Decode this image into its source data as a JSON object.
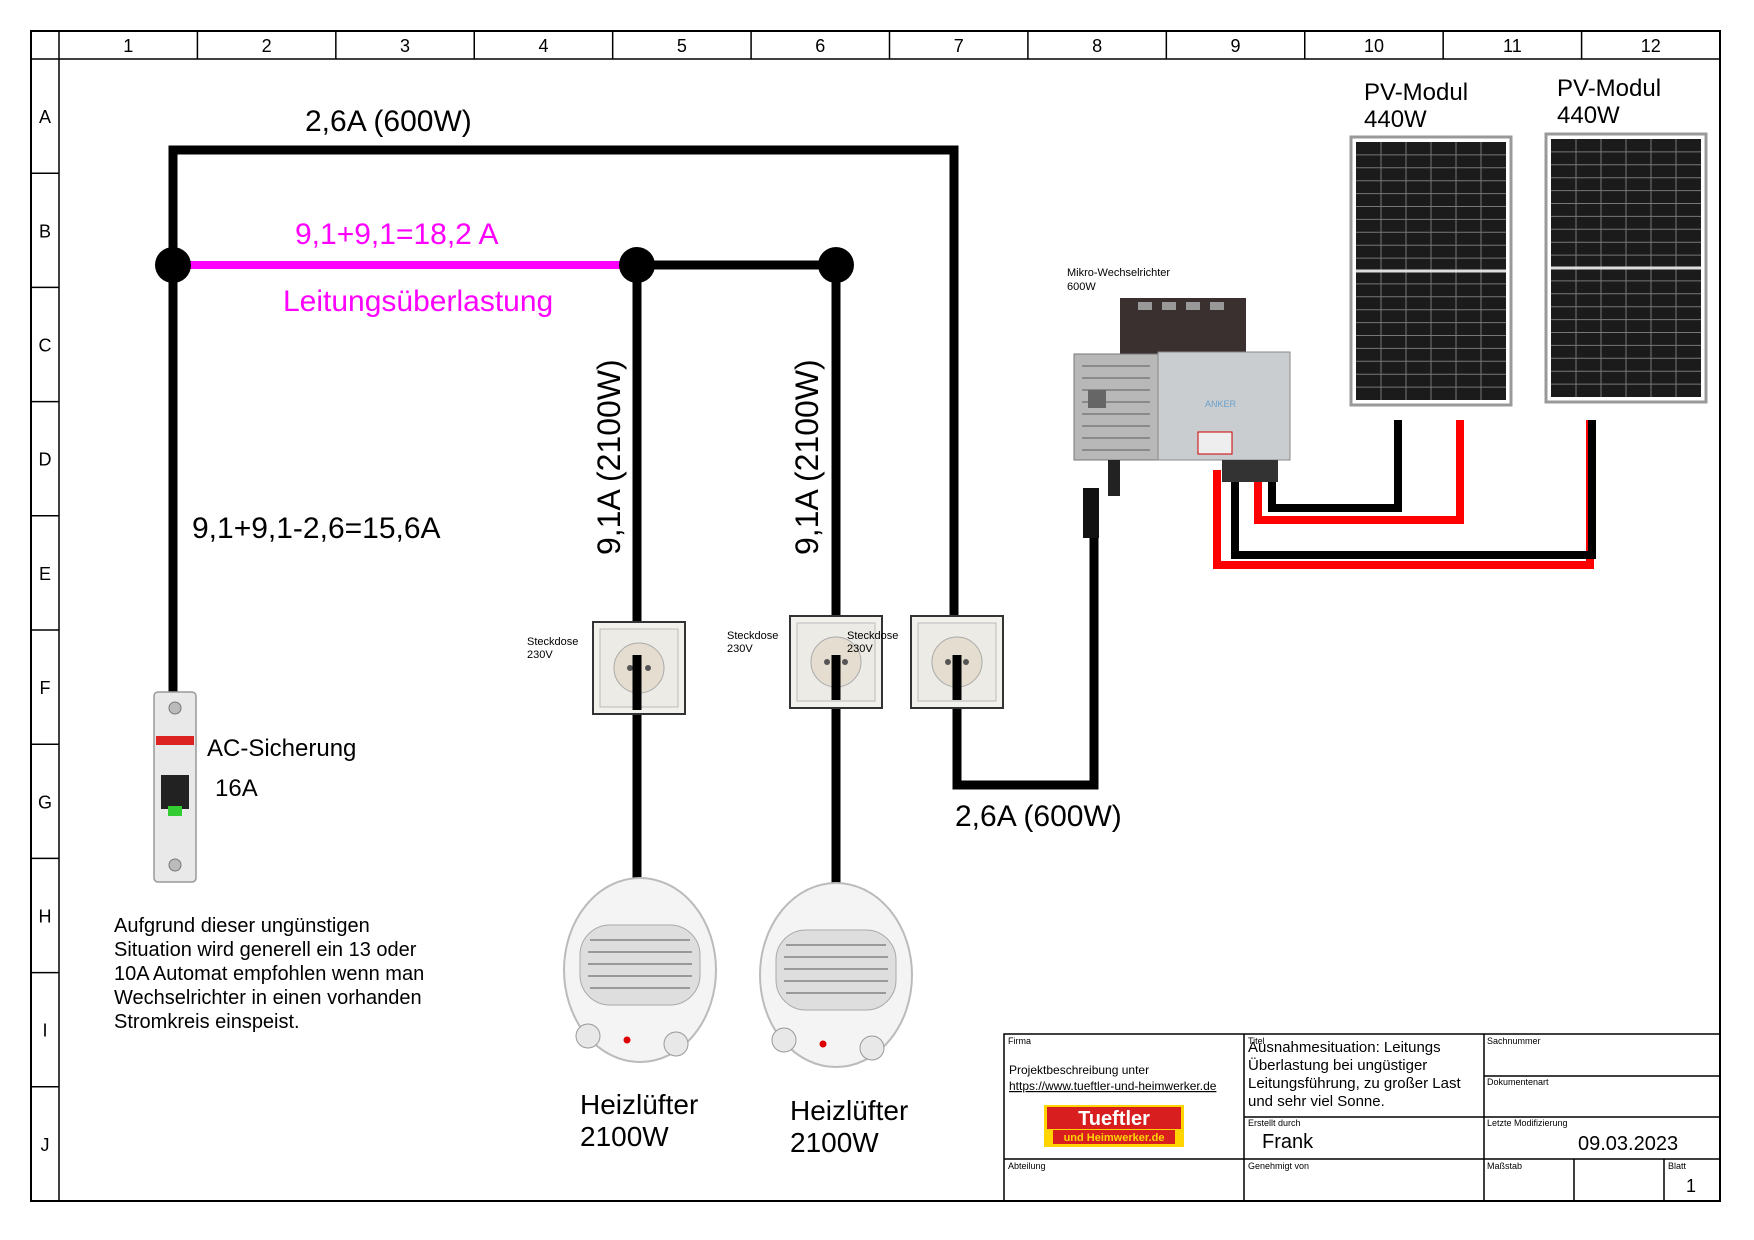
{
  "grid": {
    "columns": [
      "1",
      "2",
      "3",
      "4",
      "5",
      "6",
      "7",
      "8",
      "9",
      "10",
      "11",
      "12"
    ],
    "rows": [
      "A",
      "B",
      "C",
      "D",
      "E",
      "F",
      "G",
      "H",
      "I",
      "J"
    ]
  },
  "colors": {
    "overload": "#ff00ff",
    "wire": "#000000",
    "pv_plus": "#ff0000",
    "pv_minus": "#000000"
  },
  "labels": {
    "top_current": "2,6A (600W)",
    "overload_sum": "9,1+9,1=18,2 A",
    "overload_text": "Leitungsüberlastung",
    "left_current": "9,1+9,1-2,6=15,6A",
    "branch1_current": "9,1A (2100W)",
    "branch2_current": "9,1A (2100W)",
    "inverter_current": "2,6A (600W)"
  },
  "breaker": {
    "label": "AC-Sicherung",
    "rating": "16A"
  },
  "sockets": [
    {
      "name": "Steckdose",
      "voltage": "230V"
    },
    {
      "name": "Steckdose",
      "voltage": "230V"
    },
    {
      "name": "Steckdose",
      "voltage": "230V"
    }
  ],
  "inverter": {
    "name": "Mikro-Wechselrichter",
    "power": "600W",
    "brand": "ANKER"
  },
  "pv_modules": [
    {
      "name": "PV-Modul",
      "power": "440W"
    },
    {
      "name": "PV-Modul",
      "power": "440W"
    }
  ],
  "heaters": [
    {
      "name": "Heizlüfter",
      "power": "2100W"
    },
    {
      "name": "Heizlüfter",
      "power": "2100W"
    }
  ],
  "note": [
    "Aufgrund dieser ungünstigen",
    "Situation wird generell ein 13 oder",
    "10A Automat empfohlen wenn man",
    "Wechselrichter in einen vorhanden",
    "Stromkreis einspeist."
  ],
  "title_block": {
    "firma_label": "Firma",
    "firma_text": "Projektbeschreibung unter",
    "firma_url": "https://www.tueftler-und-heimwerker.de",
    "logo_top": "Tueftler",
    "logo_bottom": "und Heimwerker.de",
    "titel_label": "Titel",
    "title_lines": [
      "Ausnahmesituation: Leitungs",
      "Überlastung bei ungüstiger",
      "Leitungsführung, zu großer Last",
      "und sehr viel Sonne."
    ],
    "sachnummer_label": "Sachnummer",
    "dokumentenart_label": "Dokumentenart",
    "erstellt_label": "Erstellt durch",
    "erstellt_value": "Frank",
    "modified_label": "Letzte Modifizierung",
    "modified_value": "09.03.2023",
    "abteilung_label": "Abteilung",
    "genehmigt_label": "Genehmigt von",
    "massstab_label": "Maßstab",
    "blatt_label": "Blatt",
    "blatt_value": "1"
  }
}
